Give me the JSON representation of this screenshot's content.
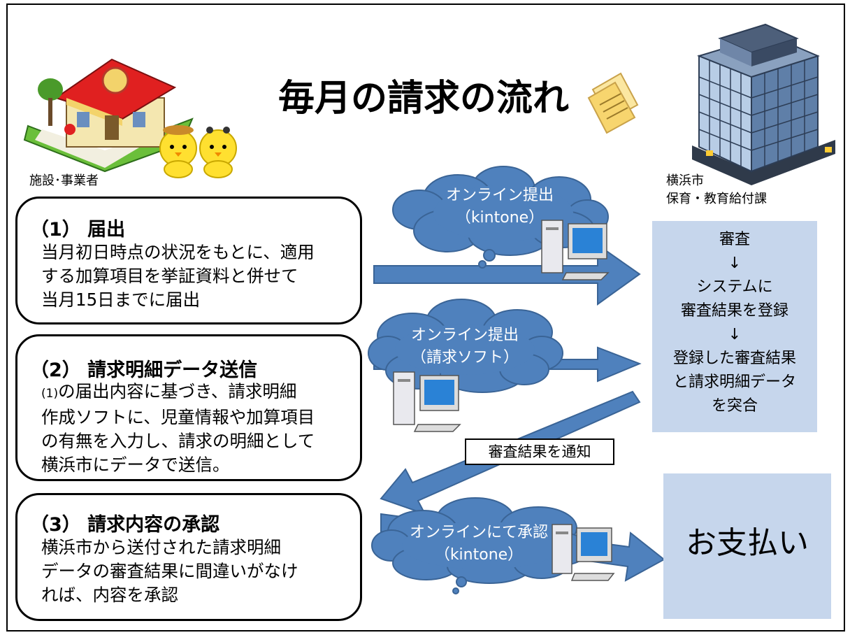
{
  "title": "毎月の請求の流れ",
  "labels": {
    "facility": "施設･事業者",
    "city_line1": "横浜市",
    "city_line2": "保育・教育給付課"
  },
  "steps": [
    {
      "title": "（1） 届出",
      "body": "当月初日時点の状況をもとに、適用\nする加算項目を挙証資料と併せて\n当月15日までに届出"
    },
    {
      "title": "（2） 請求明細データ送信",
      "body_prefix": "(1)",
      "body": "の届出内容に基づき、請求明細\n作成ソフトに、児童情報や加算項目\nの有無を入力し、請求の明細として\n横浜市にデータで送信。"
    },
    {
      "title": "（3） 請求内容の承認",
      "body": "横浜市から送付された請求明細\nデータの審査結果に間違いがなけ\nれば、内容を承認"
    }
  ],
  "clouds": [
    {
      "line1": "オンライン提出",
      "line2": "（kintone）"
    },
    {
      "line1": "オンライン提出",
      "line2": "（請求ソフト）"
    },
    {
      "line1": "オンラインにて承認",
      "line2": "（kintone）"
    }
  ],
  "review_panel": {
    "lines": [
      "審査",
      "↓",
      "システムに",
      "審査結果を登録",
      "↓",
      "登録した審査結果",
      "と請求明細データ",
      "を突合"
    ]
  },
  "notify_label": "審査結果を通知",
  "payment": "お支払い",
  "colors": {
    "cloud_fill": "#4f81bd",
    "cloud_stroke": "#3a6496",
    "arrow_fill": "#4f81bd",
    "panel_fill": "#c6d6ec"
  }
}
